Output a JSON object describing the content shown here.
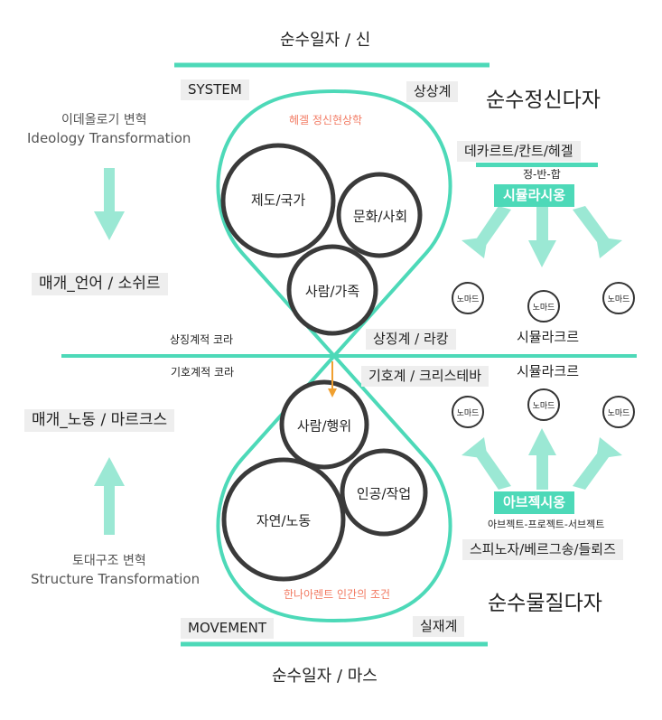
{
  "top_title": "순수일자 / 신",
  "bottom_title": "순수일자 / 마스",
  "system_label": "SYSTEM",
  "movement_label": "MOVEMENT",
  "upper_world": "상상계",
  "lower_world": "실재계",
  "upper_pole": "순수정신다자",
  "lower_pole": "순수물질다자",
  "left": {
    "ideology_ko": "이데올로기 변혁",
    "ideology_en": "Ideology Transformation",
    "medium_language": "매개_언어 / 소쉬르",
    "medium_labor": "매개_노동 / 마르크스",
    "structure_ko": "토대구조 변혁",
    "structure_en": "Structure Transformation"
  },
  "middle": {
    "symbolic_chora": "상징계적 코라",
    "semiotic_chora": "기호계적 코라",
    "symbolic_lacan": "상징계 / 라캉",
    "semiotic_kristeva": "기호계 / 크리스테바"
  },
  "upper_loop": {
    "caption": "헤겔 정신현상학",
    "circles": [
      "제도/국가",
      "문화/사회",
      "사람/가족"
    ]
  },
  "lower_loop": {
    "caption": "한나아렌트 인간의 조건",
    "circles": [
      "사람/행위",
      "인공/작업",
      "자연/노동"
    ]
  },
  "right_upper": {
    "philosophers": "데카르트/칸트/헤겔",
    "dialectic": "정-반-합",
    "simulation": "시뮬라시옹",
    "simulacre": "시뮬라크르",
    "nomads": [
      "노마드",
      "노마드",
      "노마드"
    ]
  },
  "right_lower": {
    "simulacre": "시뮬라크르",
    "nomads": [
      "노마드",
      "노마드",
      "노마드"
    ],
    "abjection": "아브젝시옹",
    "triad": "아브젝트-프로젝트-서브젝트",
    "philosophers": "스피노자/베르그송/들뢰즈"
  },
  "colors": {
    "teal": "#4dd9b8",
    "teal_light": "#9be8d4",
    "coral": "#f27a62",
    "orange_arrow": "#f0a030",
    "circle_stroke": "#3a3a3a",
    "box_bg": "#eeeeee"
  }
}
